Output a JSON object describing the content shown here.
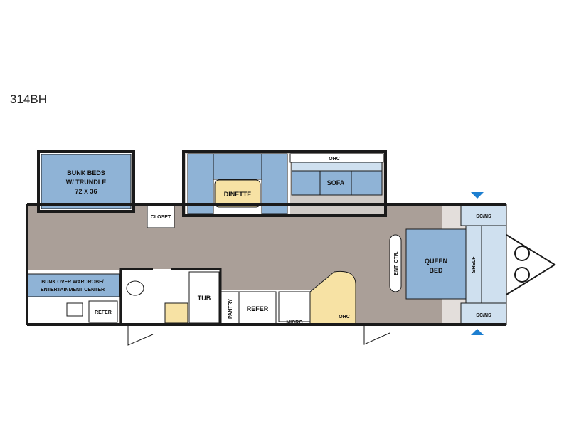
{
  "model": "314BH",
  "rooms": {
    "bunk_beds": [
      "BUNK BEDS",
      "W/ TRUNDLE",
      "72 X 36"
    ],
    "closet": "CLOSET",
    "dinette": "DINETTE",
    "ohc_top": "OHC",
    "sofa": "SOFA",
    "sc_ns_top": "SC/NS",
    "sc_ns_bottom": "SC/NS",
    "shelf": "SHELF",
    "queen_bed": [
      "QUEEN",
      "BED"
    ],
    "ent_ctr": "ENT. CTR.",
    "bunk_wardrobe": [
      "BUNK OVER WARDROBE/",
      "ENTERTAINMENT CENTER"
    ],
    "refer_left": "REFER",
    "tub": "TUB",
    "pantry": "PANTRY",
    "refer_kitchen": "REFER",
    "micro": "MICRO",
    "ohc_kitchen": "OHC"
  },
  "colors": {
    "floor": "#aa9f98",
    "furniture_blue": "#8fb3d6",
    "furniture_light_blue": "#cfe0ef",
    "dinette_table": "#f7e2a4",
    "kitchen_counter": "#f7e2a4",
    "wall": "#1a1a1a",
    "slide_floor": "#ffffff",
    "sofa_floor": "#cfcac6",
    "front_cap": "#e3dedb",
    "arrow": "#1d7fd0"
  },
  "icons": [
    "slide-out-arrow-icon",
    "sink-icon",
    "stove-icon",
    "toilet-icon",
    "door-swing-icon",
    "hitch-icon",
    "tire-icon"
  ]
}
